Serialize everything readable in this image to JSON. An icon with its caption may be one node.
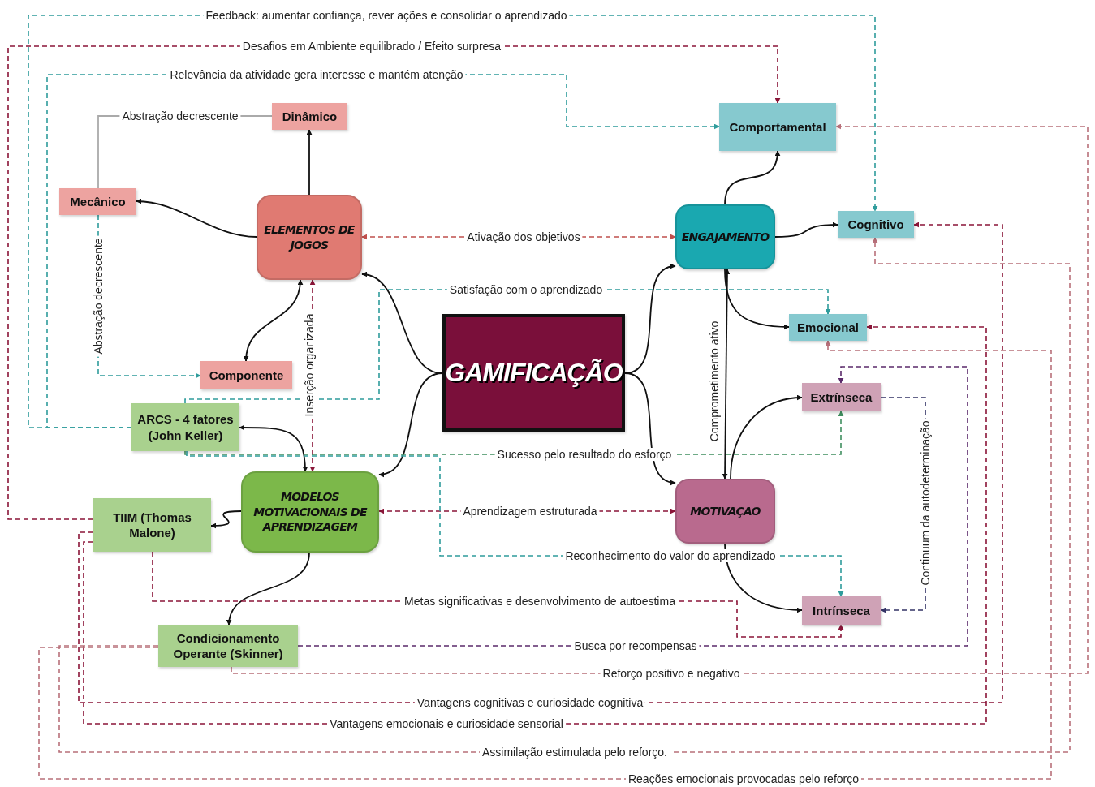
{
  "diagram": {
    "nodes": [
      {
        "text": [
          "Dinâmico"
        ]
      },
      {
        "text": [
          "Mecânico"
        ]
      },
      {
        "text": [
          "ELEMENTOS DE JOGOS"
        ]
      },
      {
        "text": [
          "Componente"
        ]
      },
      {
        "text": [
          "ARCS - 4 fatores (John Keller)"
        ]
      },
      {
        "text": [
          "GAMIFICAÇÃO"
        ]
      },
      {
        "text": [
          "Comportamental"
        ]
      },
      {
        "text": [
          "ENGAJAMENTO"
        ]
      },
      {
        "text": [
          "Cognitivo"
        ]
      },
      {
        "text": [
          "Emocional"
        ]
      },
      {
        "text": [
          "Extrínseca"
        ]
      },
      {
        "text": [
          "MODELOS MOTIVACIONAIS DE APRENDIZAGEM"
        ]
      },
      {
        "text": [
          "TIIM (Thomas Malone)"
        ]
      },
      {
        "text": [
          "MOTIVAÇÃO"
        ]
      },
      {
        "text": [
          "Intrínseca"
        ]
      },
      {
        "text": [
          "Condicionamento Operante (Skinner)"
        ]
      }
    ],
    "edges": [
      {
        "from": 2,
        "to": 0,
        "arrow": "to"
      },
      {
        "from": 2,
        "to": 1,
        "arrow": "to"
      },
      {
        "from": 2,
        "to": 3,
        "arrow": "both"
      },
      {
        "from": 5,
        "to": 2,
        "arrow": "to"
      },
      {
        "from": 5,
        "to": 7,
        "arrow": "to"
      },
      {
        "from": 5,
        "to": 11,
        "arrow": "to"
      },
      {
        "from": 5,
        "to": 13,
        "arrow": "to"
      },
      {
        "from": 7,
        "to": 6,
        "arrow": "to"
      },
      {
        "from": 7,
        "to": 8,
        "arrow": "to"
      },
      {
        "from": 7,
        "to": 9,
        "arrow": "to"
      },
      {
        "from": 7,
        "to": 13,
        "arrow": "both",
        "label": "Comprometimento ativo"
      },
      {
        "from": 11,
        "to": 4,
        "arrow": "both"
      },
      {
        "from": 11,
        "to": 12,
        "arrow": "to"
      },
      {
        "from": 11,
        "to": 15,
        "arrow": "to"
      },
      {
        "from": 13,
        "to": 10,
        "arrow": "to"
      },
      {
        "from": 13,
        "to": 14,
        "arrow": "to"
      },
      {
        "from": 1,
        "to": 0,
        "arrow": "none",
        "label": "Abstração decrescente",
        "color": "#aaaaaa"
      },
      {
        "from": 1,
        "to": 3,
        "arrow": "to",
        "label": "Abstração decrescente",
        "style": "dashed",
        "color": "#2f9c9c"
      },
      {
        "from": 2,
        "to": 11,
        "arrow": "both",
        "label": "Inserção organizada",
        "style": "dashed",
        "color": "#8a1538"
      },
      {
        "from": 2,
        "to": 7,
        "arrow": "both",
        "label": "Ativação dos objetivos",
        "style": "dashed",
        "color": "#c0504d"
      },
      {
        "from": 11,
        "to": 13,
        "arrow": "both",
        "label": "Aprendizagem estruturada",
        "style": "dashed",
        "color": "#8a1538"
      },
      {
        "from": 10,
        "to": 14,
        "arrow": "to",
        "label": "Continuum da autodeterminação",
        "style": "dashed",
        "color": "#333366"
      },
      {
        "from": 4,
        "to": 8,
        "arrow": "to",
        "label": "Feedback: aumentar confiança, rever ações e consolidar o aprendizado",
        "style": "dashed",
        "color": "#2f9c9c"
      },
      {
        "from": 12,
        "to": 6,
        "arrow": "to",
        "label": "Desafios em Ambiente equilibrado / Efeito surpresa",
        "style": "dashed",
        "color": "#8a1538"
      },
      {
        "from": 4,
        "to": 6,
        "arrow": "to",
        "label": "Relevância da atividade gera interesse e mantém atenção",
        "style": "dashed",
        "color": "#2f9c9c"
      },
      {
        "from": 4,
        "to": 9,
        "arrow": "to",
        "label": "Satisfação com o aprendizado",
        "style": "dashed",
        "color": "#2f9c9c"
      },
      {
        "from": 4,
        "to": 10,
        "arrow": "to",
        "label": "Sucesso pelo resultado do esforço",
        "style": "dashed",
        "color": "#3f8f5f"
      },
      {
        "from": 4,
        "to": 14,
        "arrow": "to",
        "label": "Reconhecimento do valor do aprendizado",
        "style": "dashed",
        "color": "#2f9c9c"
      },
      {
        "from": 12,
        "to": 14,
        "arrow": "to",
        "label": "Metas significativas e desenvolvimento de autoestima",
        "style": "dashed",
        "color": "#8a1538"
      },
      {
        "from": 15,
        "to": 10,
        "arrow": "to",
        "label": "Busca por recompensas",
        "style": "dashed",
        "color": "#5b2a6b"
      },
      {
        "from": 15,
        "to": 6,
        "arrow": "to",
        "label": "Reforço positivo e negativo",
        "style": "dashed",
        "color": "#b8707a"
      },
      {
        "from": 12,
        "to": 8,
        "arrow": "to",
        "label": "Vantagens cognitivas e curiosidade cognitiva",
        "style": "dashed",
        "color": "#8a1538"
      },
      {
        "from": 12,
        "to": 9,
        "arrow": "to",
        "label": "Vantagens emocionais e curiosidade sensorial",
        "style": "dashed",
        "color": "#8a1538"
      },
      {
        "from": 15,
        "to": 8,
        "arrow": "to",
        "label": "Assimilação estimulada pelo reforço.",
        "style": "dashed",
        "color": "#b8707a"
      },
      {
        "from": 15,
        "to": 9,
        "arrow": "to",
        "label": "Reações emocionais provocadas pelo reforço",
        "style": "dashed",
        "color": "#b8707a"
      }
    ]
  }
}
